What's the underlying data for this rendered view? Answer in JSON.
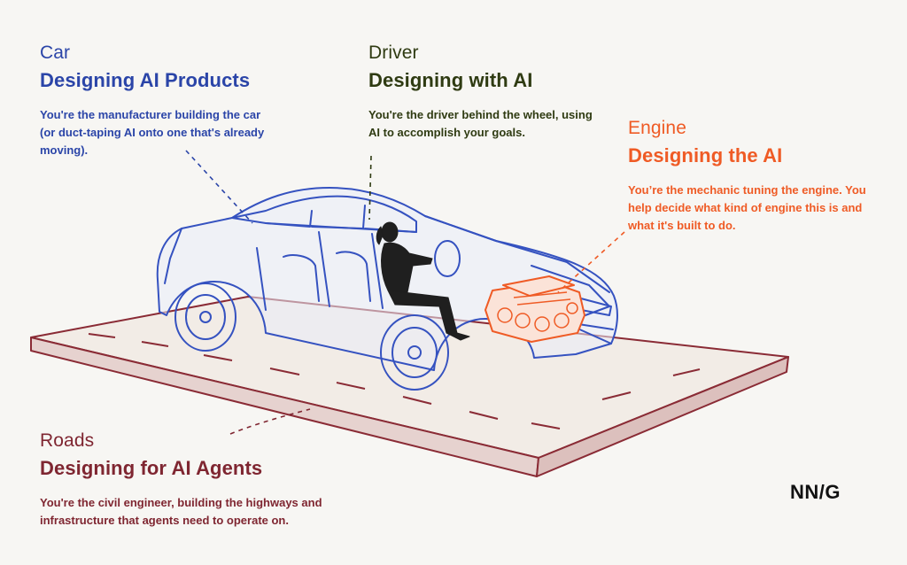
{
  "sections": {
    "car": {
      "kicker": "Car",
      "headline": "Designing AI Products",
      "description": "You're the manufacturer building the car (or duct-taping AI onto one that's already moving).",
      "color": "#2b45a8"
    },
    "driver": {
      "kicker": "Driver",
      "headline": "Designing with AI",
      "description": "You're the driver behind the wheel, using AI to accomplish your goals.",
      "color": "#2f3b12"
    },
    "engine": {
      "kicker": "Engine",
      "headline": "Designing the AI",
      "description": "You’re the mechanic tuning the engine. You help decide what kind of engine this is and what it's built to do.",
      "color": "#ef5b25"
    },
    "roads": {
      "kicker": "Roads",
      "headline": "Designing for AI Agents",
      "description": "You're the civil engineer, building the highways and infrastructure that agents need to operate on.",
      "color": "#7f2631"
    }
  },
  "logo": {
    "text": "NN/G"
  },
  "illustration": {
    "car_color": "#3552c0",
    "road_color": "#8a2b35",
    "engine_color": "#ef5b25",
    "driver_color": "#1f1f1f"
  }
}
